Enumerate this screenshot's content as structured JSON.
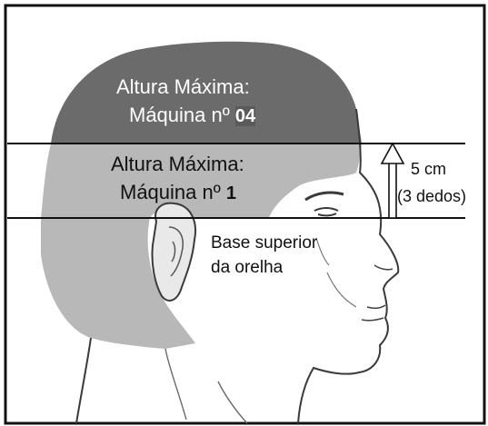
{
  "zones": {
    "top": {
      "line1": "Altura Máxima:",
      "line2_prefix": "Máquina nº",
      "line2_number": "04",
      "color": "#6b6b6b",
      "text_color": "#ffffff"
    },
    "middle": {
      "line1": "Altura Máxima:",
      "line2_prefix": "Máquina nº",
      "line2_number": "1",
      "color": "#b8b8b8",
      "text_color": "#111111"
    }
  },
  "measurement": {
    "value": "5 cm",
    "note": "(3 dedos)"
  },
  "ear_reference": {
    "line1": "Base superior",
    "line2": "da orelha"
  },
  "colors": {
    "background": "#ffffff",
    "frame": "#111111",
    "lines": "#111111",
    "sketch": "#3a3a3a"
  },
  "icons": {
    "arrow": "up-arrow-icon",
    "head": "head-profile-sketch"
  }
}
